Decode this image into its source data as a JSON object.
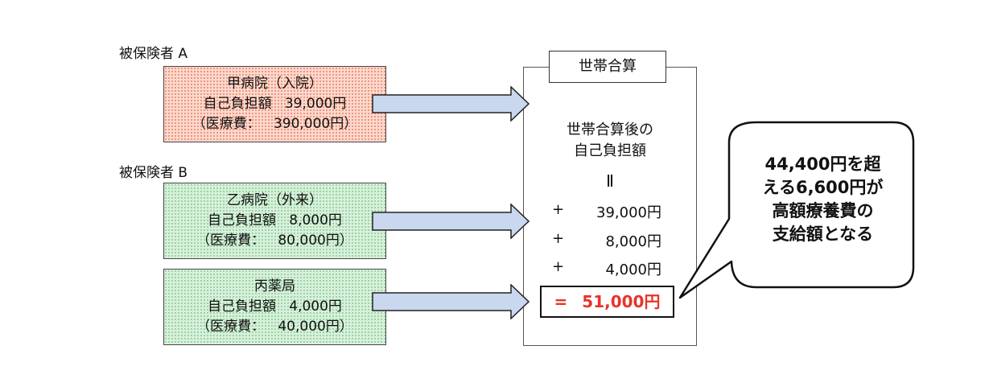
{
  "insured_a": {
    "label": "被保険者 A",
    "facility": "甲病院（入院）",
    "copay_label": "自己負担額",
    "copay_value": "39,000円",
    "medical_label": "（医療費：",
    "medical_value": "390,000円）",
    "fill_color": "#fbd9cf"
  },
  "insured_b": {
    "label": "被保険者 B",
    "entries": [
      {
        "facility": "乙病院（外来）",
        "copay_label": "自己負担額",
        "copay_value": "8,000円",
        "medical_label": "（医療費：",
        "medical_value": "80,000円）"
      },
      {
        "facility": "丙薬局",
        "copay_label": "自己負担額",
        "copay_value": "4,000円",
        "medical_label": "（医療費：",
        "medical_value": "40,000円）"
      }
    ],
    "fill_color": "#d9f0dc"
  },
  "household": {
    "title": "世帯合算",
    "heading_line1": "世帯合算後の",
    "heading_line2": "自己負担額",
    "equals_sign": "Ⅱ",
    "items": [
      {
        "op": "+",
        "value": "39,000円"
      },
      {
        "op": "+",
        "value": "8,000円"
      },
      {
        "op": "+",
        "value": "4,000円"
      }
    ],
    "total_op": "=",
    "total_value": "51,000円",
    "total_color": "#e8332a"
  },
  "arrow_color": "#c9d8ef",
  "callout": {
    "lines": [
      "44,400円を超",
      "える6,600円が",
      "高額療養費の",
      "支給額となる"
    ]
  }
}
